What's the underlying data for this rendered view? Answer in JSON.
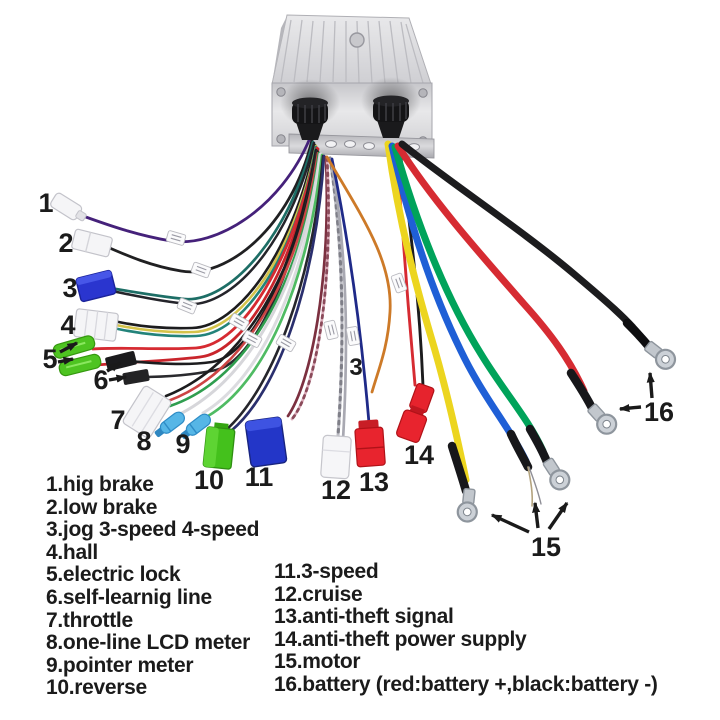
{
  "image_type": "annotated product wiring diagram of a brushless motor controller",
  "callouts": {
    "n1": "1",
    "n2": "2",
    "n3": "3",
    "n4": "4",
    "n5": "5",
    "n6": "6",
    "n7": "7",
    "n8": "8",
    "n9": "9",
    "n10": "10",
    "n11": "11",
    "n12": "12",
    "n13": "13",
    "n14": "14",
    "n15": "15",
    "n16": "16",
    "n3b": "3"
  },
  "legend_left": {
    "items": [
      "1.hig brake",
      "2.low brake",
      "3.jog 3-speed 4-speed",
      "4.hall",
      "5.electric lock",
      "6.self-learnig line",
      "7.throttle",
      "8.one-line LCD meter",
      "9.pointer meter",
      "10.reverse"
    ]
  },
  "legend_right": {
    "items": [
      "11.3-speed",
      "12.cruise",
      "13.anti-theft signal",
      "14.anti-theft power supply",
      "15.motor",
      "16.battery (red:battery +,black:battery -)"
    ]
  },
  "palette": {
    "background": "#ffffff",
    "text": "#1b1b1b",
    "controller_silver": "#d9d9dc",
    "gland_black": "#161618",
    "wire_purple": "#45217a",
    "wire_red": "#d62b32",
    "wire_yellow_thick": "#ecd51f",
    "wire_blue_thick": "#1f5fd6",
    "wire_green_thick": "#00a35a",
    "wire_black": "#1c1c1e",
    "wire_orange": "#cd7a28",
    "wire_navy": "#1f2a88",
    "connector_green": "#4ec421",
    "connector_blue": "#2a35cf",
    "connector_red": "#e8242e",
    "connector_white": "#f5f5f7",
    "bullet_blue": "#56b6e6",
    "terminal_silver": "#c9ced4"
  }
}
